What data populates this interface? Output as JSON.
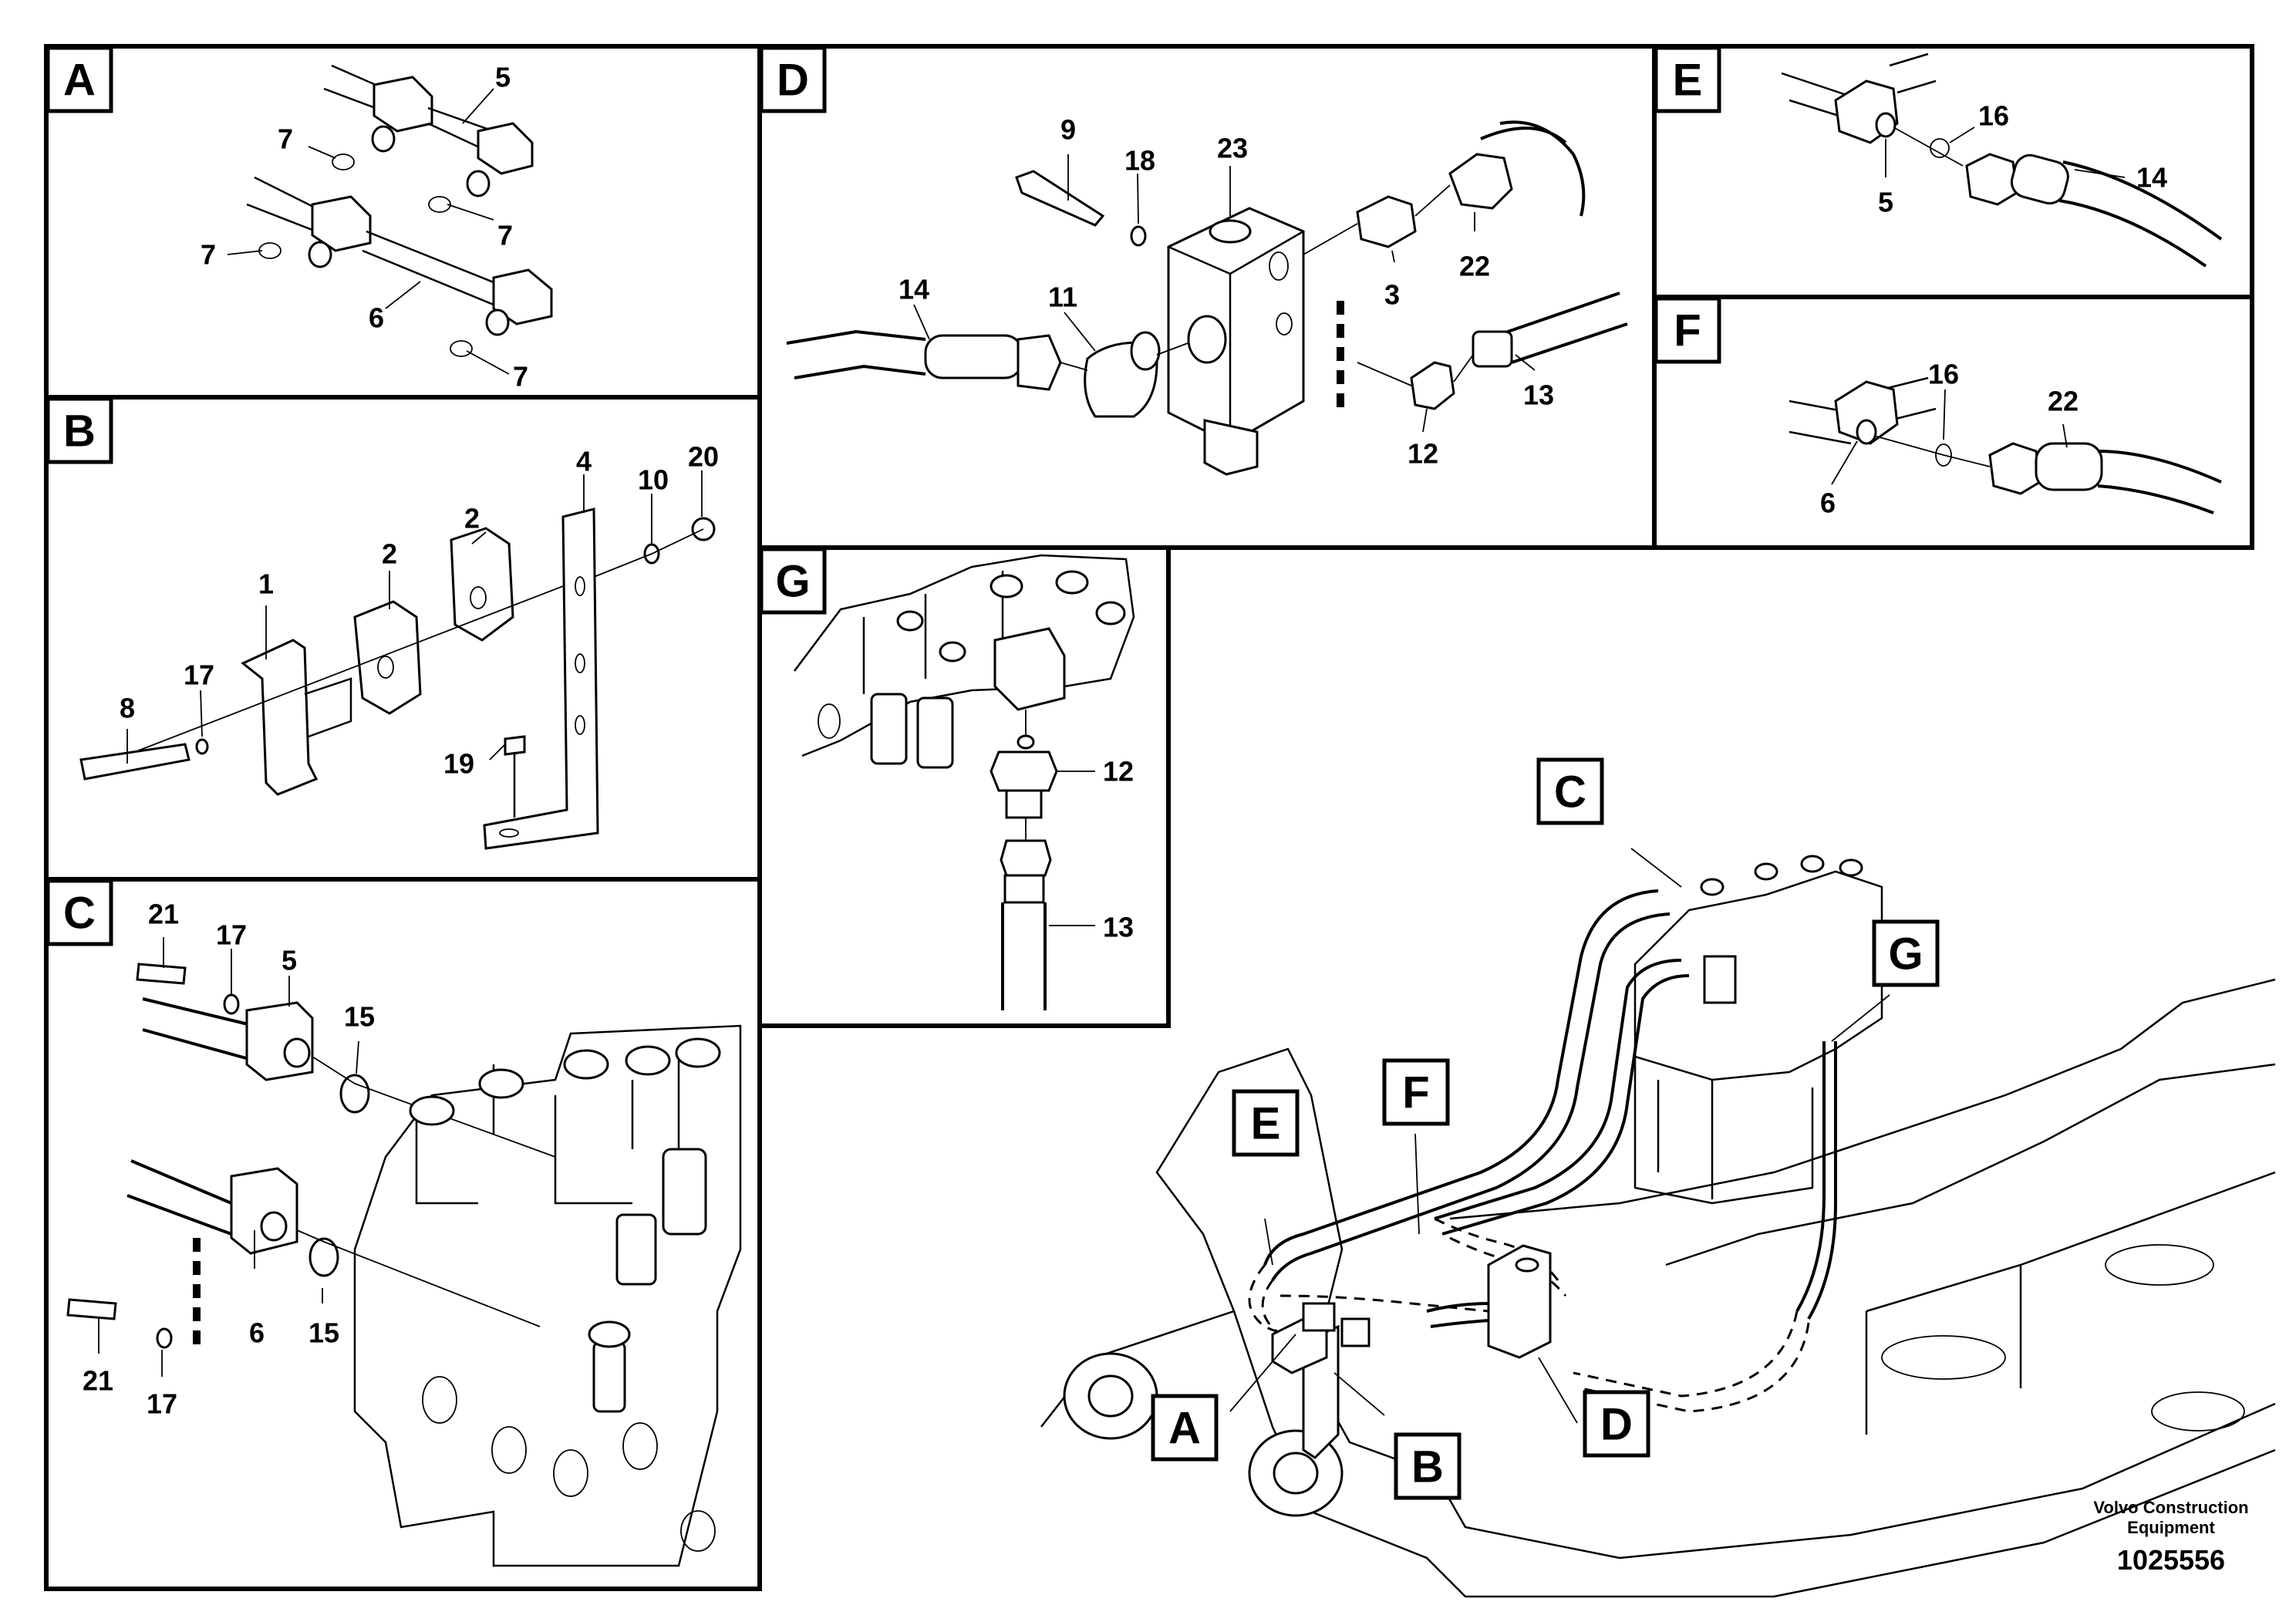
{
  "panels": {
    "A": {
      "tag": "A",
      "labels": [
        "5",
        "7",
        "7",
        "7",
        "6",
        "7"
      ]
    },
    "B": {
      "tag": "B",
      "labels": [
        "4",
        "10",
        "20",
        "2",
        "2",
        "1",
        "17",
        "8",
        "19"
      ]
    },
    "C": {
      "tag": "C",
      "labels": [
        "21",
        "17",
        "5",
        "15",
        "6",
        "15",
        "21",
        "17"
      ]
    },
    "D": {
      "tag": "D",
      "labels": [
        "9",
        "18",
        "23",
        "3",
        "22",
        "14",
        "11",
        "13",
        "12"
      ]
    },
    "E": {
      "tag": "E",
      "labels": [
        "16",
        "5",
        "14"
      ]
    },
    "F": {
      "tag": "F",
      "labels": [
        "16",
        "22",
        "6"
      ]
    },
    "G": {
      "tag": "G",
      "labels": [
        "12",
        "13"
      ]
    }
  },
  "overview": {
    "callouts": [
      "C",
      "G",
      "F",
      "E",
      "A",
      "B",
      "D"
    ]
  },
  "footer": {
    "brand_line1": "Volvo Construction",
    "brand_line2": "Equipment",
    "doc_number": "1025556"
  },
  "colors": {
    "line": "#000000",
    "background": "#ffffff"
  }
}
